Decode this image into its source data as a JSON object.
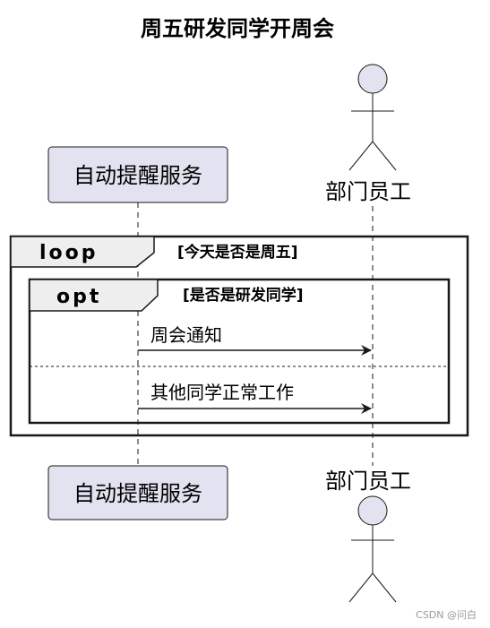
{
  "diagram": {
    "title": "周五研发同学开周会",
    "participants": [
      {
        "id": "service",
        "label": "自动提醒服务",
        "shape": "box"
      },
      {
        "id": "employee",
        "label": "部门员工",
        "shape": "actor"
      }
    ],
    "frames": [
      {
        "keyword": "loop",
        "condition": "[今天是否是周五]"
      },
      {
        "keyword": "opt",
        "condition": "[是否是研发同学]"
      }
    ],
    "messages": [
      {
        "from": "service",
        "to": "employee",
        "text": "周会通知"
      },
      {
        "from": "service",
        "to": "employee",
        "text": "其他同学正常工作"
      }
    ],
    "colors": {
      "participant_fill": "#e2e2f0",
      "participant_stroke": "#181818",
      "frame_header_fill": "#eeeeee",
      "lifeline": "#181818",
      "line": "#181818"
    }
  },
  "watermark": "CSDN @问白"
}
